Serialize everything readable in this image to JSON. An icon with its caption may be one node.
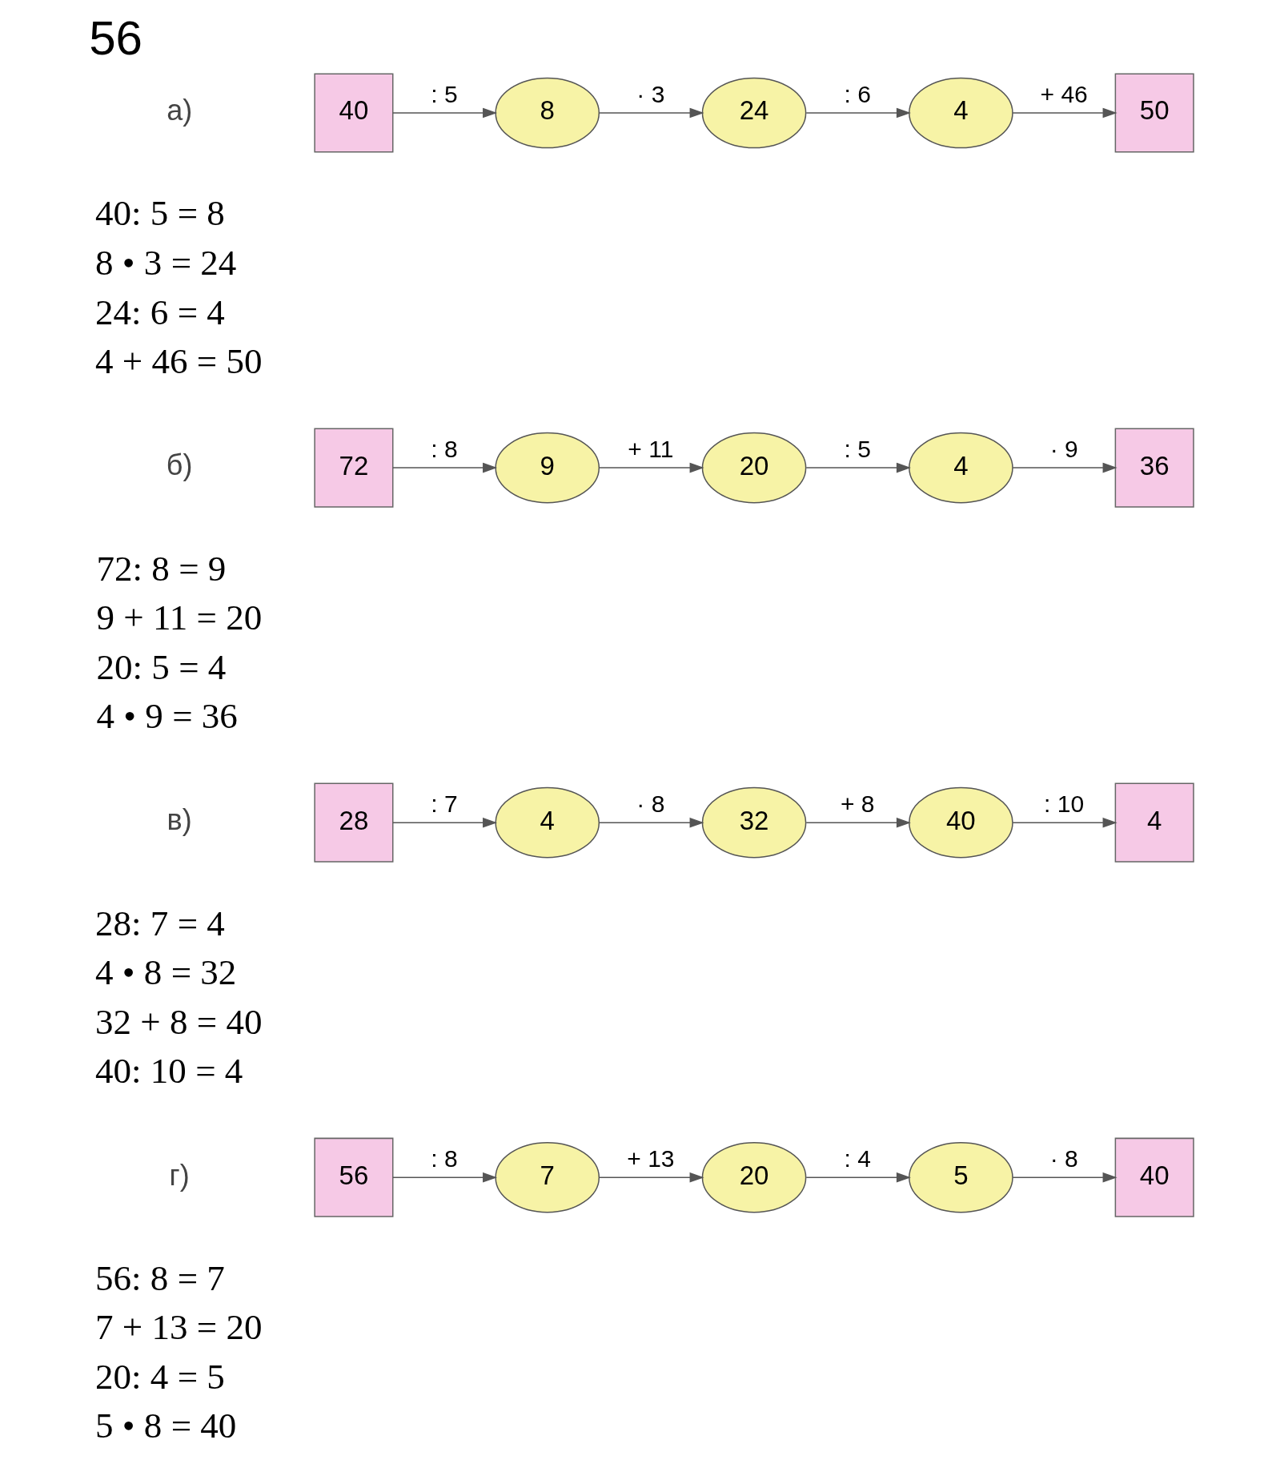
{
  "diagram": {
    "title": "56",
    "nodes": [
      {
        "text": [
          "40"
        ]
      },
      {
        "text": [
          "8"
        ]
      },
      {
        "text": [
          "24"
        ]
      },
      {
        "text": [
          "4"
        ]
      },
      {
        "text": [
          "50"
        ]
      },
      {
        "text": [
          "72"
        ]
      },
      {
        "text": [
          "9"
        ]
      },
      {
        "text": [
          "20"
        ]
      },
      {
        "text": [
          "4"
        ]
      },
      {
        "text": [
          "36"
        ]
      },
      {
        "text": [
          "28"
        ]
      },
      {
        "text": [
          "4"
        ]
      },
      {
        "text": [
          "32"
        ]
      },
      {
        "text": [
          "40"
        ]
      },
      {
        "text": [
          "4"
        ]
      },
      {
        "text": [
          "56"
        ]
      },
      {
        "text": [
          "7"
        ]
      },
      {
        "text": [
          "20"
        ]
      },
      {
        "text": [
          "5"
        ]
      },
      {
        "text": [
          "40"
        ]
      }
    ],
    "edges": [
      {
        "from": 0,
        "to": 1,
        "arrow": "to",
        "label": ": 5"
      },
      {
        "from": 1,
        "to": 2,
        "arrow": "to",
        "label": "· 3"
      },
      {
        "from": 2,
        "to": 3,
        "arrow": "to",
        "label": ": 6"
      },
      {
        "from": 3,
        "to": 4,
        "arrow": "to",
        "label": "+ 46"
      },
      {
        "from": 5,
        "to": 6,
        "arrow": "to",
        "label": ": 8"
      },
      {
        "from": 6,
        "to": 7,
        "arrow": "to",
        "label": "+ 11"
      },
      {
        "from": 7,
        "to": 8,
        "arrow": "to",
        "label": ": 5"
      },
      {
        "from": 8,
        "to": 9,
        "arrow": "to",
        "label": "· 9"
      },
      {
        "from": 10,
        "to": 11,
        "arrow": "to",
        "label": ": 7"
      },
      {
        "from": 11,
        "to": 12,
        "arrow": "to",
        "label": "· 8"
      },
      {
        "from": 12,
        "to": 13,
        "arrow": "to",
        "label": "+ 8"
      },
      {
        "from": 13,
        "to": 14,
        "arrow": "to",
        "label": ": 10"
      },
      {
        "from": 15,
        "to": 16,
        "arrow": "to",
        "label": ": 8"
      },
      {
        "from": 16,
        "to": 17,
        "arrow": "to",
        "label": "+ 13"
      },
      {
        "from": 17,
        "to": 18,
        "arrow": "to",
        "label": ": 4"
      },
      {
        "from": 18,
        "to": 19,
        "arrow": "to",
        "label": "· 8"
      }
    ],
    "labels": [
      "а)",
      "40: 5 = 8",
      "8 • 3 = 24",
      "24: 6 = 4",
      "4 + 46 = 50",
      "б)",
      "72: 8 = 9",
      "9 + 11 = 20",
      "20: 5 = 4",
      "4 • 9 = 36",
      "в)",
      "28: 7 = 4",
      "4 • 8 = 32",
      "32 + 8 = 40",
      "40: 10 = 4",
      "г)",
      "56: 8 = 7",
      "7 + 13 = 20",
      "20: 4 = 5",
      "5 • 8 = 40"
    ]
  }
}
